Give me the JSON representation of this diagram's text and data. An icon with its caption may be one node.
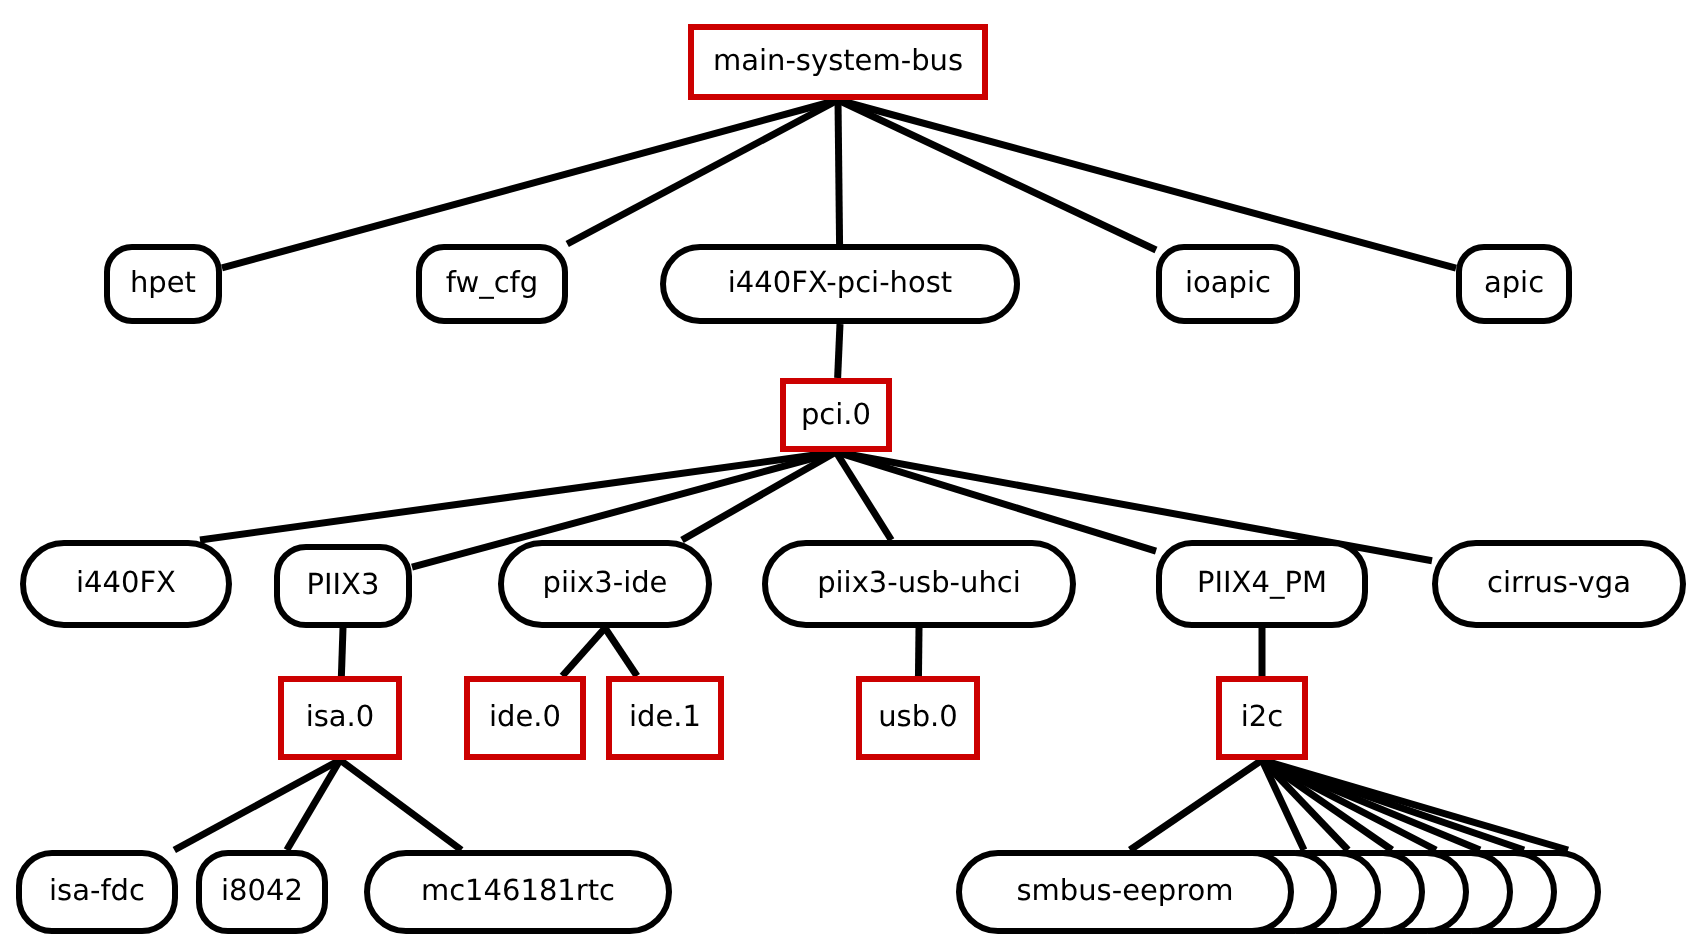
{
  "diagram": {
    "nodes": [
      {
        "text": [
          "main-system-bus"
        ]
      },
      {
        "text": [
          "hpet"
        ]
      },
      {
        "text": [
          "fw_cfg"
        ]
      },
      {
        "text": [
          "i440FX-pci-host"
        ]
      },
      {
        "text": [
          "ioapic"
        ]
      },
      {
        "text": [
          "apic"
        ]
      },
      {
        "text": [
          "pci.0"
        ]
      },
      {
        "text": [
          "i440FX"
        ]
      },
      {
        "text": [
          "PIIX3"
        ]
      },
      {
        "text": [
          "piix3-ide"
        ]
      },
      {
        "text": [
          "piix3-usb-uhci"
        ]
      },
      {
        "text": [
          "PIIX4_PM"
        ]
      },
      {
        "text": [
          "cirrus-vga"
        ]
      },
      {
        "text": [
          "isa.0"
        ]
      },
      {
        "text": [
          "ide.0"
        ]
      },
      {
        "text": [
          "ide.1"
        ]
      },
      {
        "text": [
          "usb.0"
        ]
      },
      {
        "text": [
          "i2c"
        ]
      },
      {
        "text": [
          "isa-fdc"
        ]
      },
      {
        "text": [
          "i8042"
        ]
      },
      {
        "text": [
          "mc146181rtc"
        ]
      },
      {
        "text": [
          "smbus-eeprom"
        ]
      },
      {
        "text": [],
        "shape": "ellipse"
      },
      {
        "text": [],
        "shape": "ellipse"
      },
      {
        "text": [],
        "shape": "ellipse"
      },
      {
        "text": [],
        "shape": "ellipse"
      },
      {
        "text": [],
        "shape": "ellipse"
      },
      {
        "text": [],
        "shape": "ellipse"
      },
      {
        "text": [],
        "shape": "ellipse"
      }
    ],
    "edges": [
      {
        "from": 0,
        "to": 1,
        "arrow": "none"
      },
      {
        "from": 0,
        "to": 2,
        "arrow": "none"
      },
      {
        "from": 0,
        "to": 3,
        "arrow": "none"
      },
      {
        "from": 0,
        "to": 4,
        "arrow": "none"
      },
      {
        "from": 0,
        "to": 5,
        "arrow": "none"
      },
      {
        "from": 3,
        "to": 6,
        "arrow": "none"
      },
      {
        "from": 6,
        "to": 7,
        "arrow": "none"
      },
      {
        "from": 6,
        "to": 8,
        "arrow": "none"
      },
      {
        "from": 6,
        "to": 9,
        "arrow": "none"
      },
      {
        "from": 6,
        "to": 10,
        "arrow": "none"
      },
      {
        "from": 6,
        "to": 11,
        "arrow": "none"
      },
      {
        "from": 6,
        "to": 12,
        "arrow": "none"
      },
      {
        "from": 8,
        "to": 13,
        "arrow": "none"
      },
      {
        "from": 9,
        "to": 14,
        "arrow": "none"
      },
      {
        "from": 9,
        "to": 15,
        "arrow": "none"
      },
      {
        "from": 10,
        "to": 16,
        "arrow": "none"
      },
      {
        "from": 11,
        "to": 17,
        "arrow": "none"
      },
      {
        "from": 13,
        "to": 18,
        "arrow": "none"
      },
      {
        "from": 13,
        "to": 19,
        "arrow": "none"
      },
      {
        "from": 13,
        "to": 20,
        "arrow": "none"
      },
      {
        "from": 17,
        "to": 21,
        "arrow": "none"
      },
      {
        "from": 17,
        "to": 22,
        "arrow": "none"
      },
      {
        "from": 17,
        "to": 23,
        "arrow": "none"
      },
      {
        "from": 17,
        "to": 24,
        "arrow": "none"
      },
      {
        "from": 17,
        "to": 25,
        "arrow": "none"
      },
      {
        "from": 17,
        "to": 26,
        "arrow": "none"
      },
      {
        "from": 17,
        "to": 27,
        "arrow": "none"
      },
      {
        "from": 17,
        "to": 28,
        "arrow": "none"
      }
    ]
  }
}
